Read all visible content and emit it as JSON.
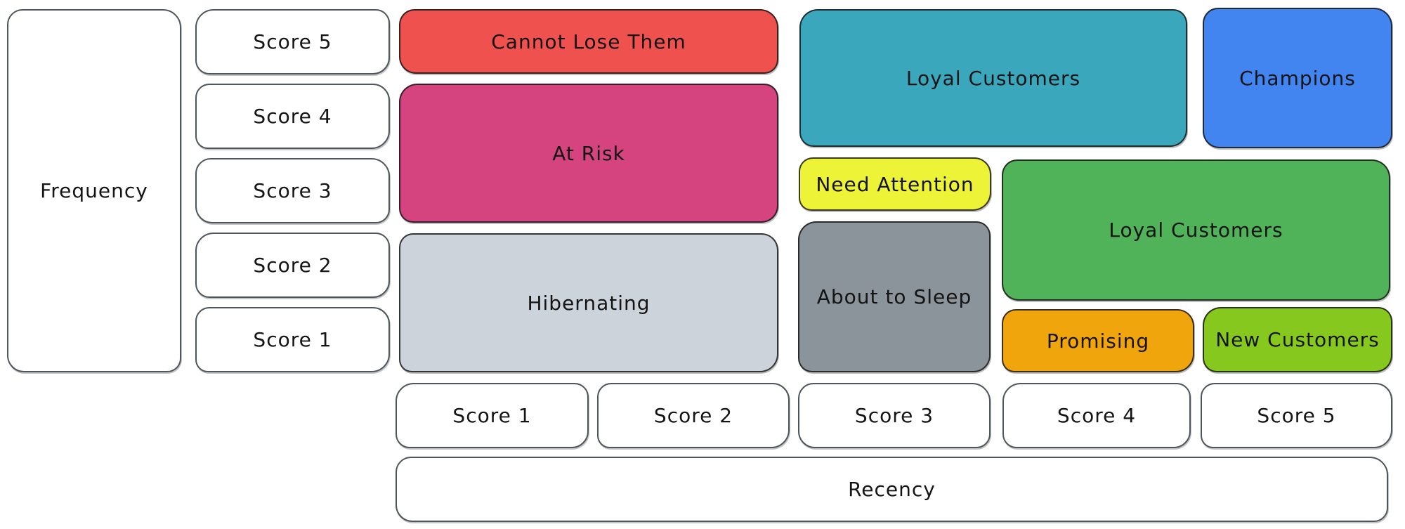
{
  "frequency_axis": {
    "label": "Frequency",
    "scores": [
      "Score 5",
      "Score 4",
      "Score 3",
      "Score 2",
      "Score 1"
    ]
  },
  "recency_axis": {
    "label": "Recency",
    "scores": [
      "Score 1",
      "Score 2",
      "Score 3",
      "Score 4",
      "Score 5"
    ]
  },
  "segments": [
    {
      "label": "Cannot Lose Them",
      "color": "#ef524e",
      "recency_span": [
        1,
        2
      ],
      "frequency_span": [
        5,
        5
      ]
    },
    {
      "label": "At Risk",
      "color": "#d5447e",
      "recency_span": [
        1,
        2
      ],
      "frequency_span": [
        3,
        4
      ]
    },
    {
      "label": "Hibernating",
      "color": "#ccd3da",
      "recency_span": [
        1,
        2
      ],
      "frequency_span": [
        1,
        2
      ]
    },
    {
      "label": "Loyal Customers",
      "color": "#3aa7bd",
      "recency_span": [
        3,
        4
      ],
      "frequency_span": [
        4,
        5
      ]
    },
    {
      "label": "Champions",
      "color": "#4285f1",
      "recency_span": [
        5,
        5
      ],
      "frequency_span": [
        4,
        5
      ]
    },
    {
      "label": "Need Attention",
      "color": "#edf438",
      "recency_span": [
        3,
        3
      ],
      "frequency_span": [
        3,
        3
      ]
    },
    {
      "label": "About to Sleep",
      "color": "#8b939b",
      "recency_span": [
        3,
        3
      ],
      "frequency_span": [
        1,
        2
      ]
    },
    {
      "label": "Loyal Customers",
      "color": "#50b35a",
      "recency_span": [
        4,
        5
      ],
      "frequency_span": [
        2,
        3
      ]
    },
    {
      "label": "Promising",
      "color": "#f1a50c",
      "recency_span": [
        4,
        4
      ],
      "frequency_span": [
        1,
        1
      ]
    },
    {
      "label": "New Customers",
      "color": "#86c81e",
      "recency_span": [
        5,
        5
      ],
      "frequency_span": [
        1,
        1
      ]
    }
  ]
}
